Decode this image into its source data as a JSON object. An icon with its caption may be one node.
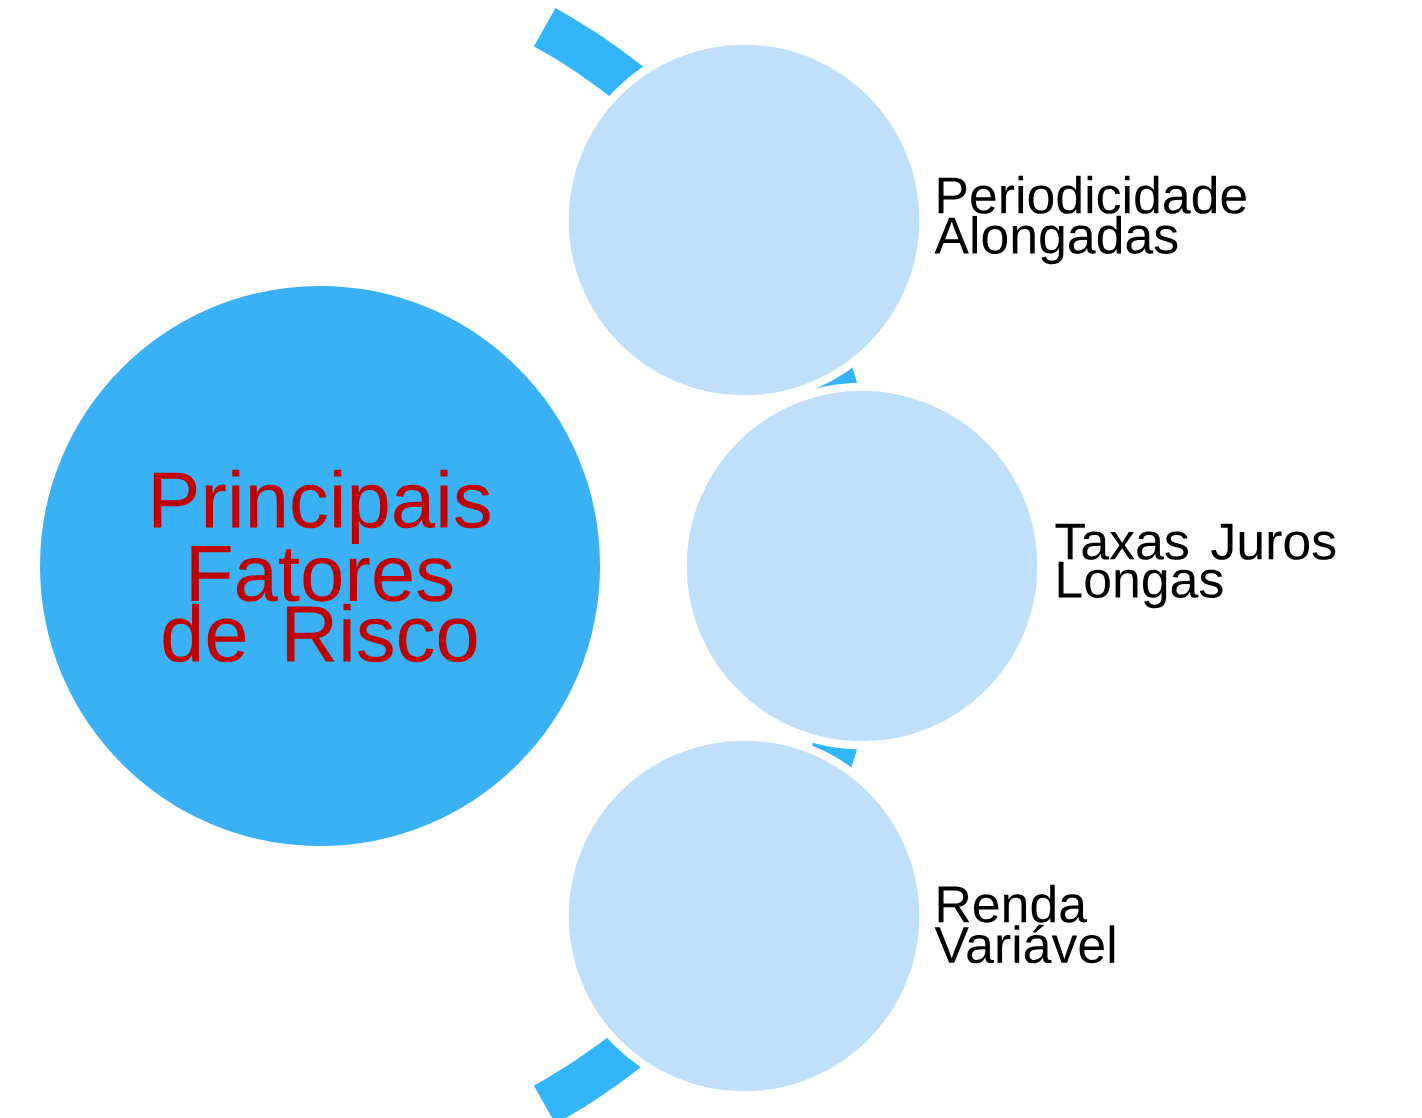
{
  "diagram": {
    "nodes": [
      {
        "text": [
          "Principais Fatores de Risco"
        ]
      },
      {
        "text": [],
        "shape": "circle",
        "beside": [
          "Periodicidade Alongadas"
        ]
      },
      {
        "text": [],
        "shape": "circle",
        "beside": [
          "Taxas Juros Longas"
        ]
      },
      {
        "text": [],
        "shape": "circle",
        "beside": [
          "Renda Variável"
        ]
      }
    ]
  }
}
